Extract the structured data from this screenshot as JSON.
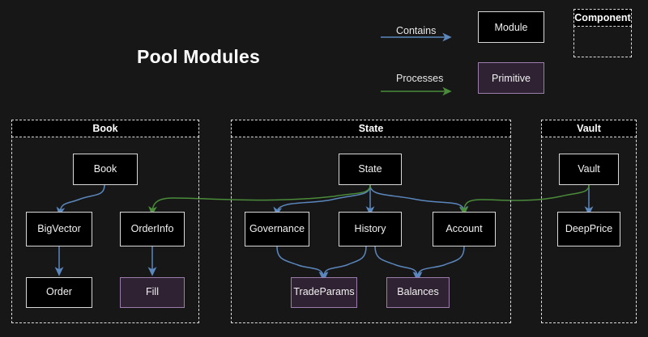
{
  "title": "Pool Modules",
  "colors": {
    "background": "#171717",
    "contains_arrow": "#5b87bd",
    "processes_arrow": "#4a8c3a",
    "module_fill": "#000000",
    "module_border": "#d8d8d8",
    "primitive_fill": "#2e2233",
    "primitive_border": "#9c7cab",
    "component_border": "#dcdcdc",
    "text": "#f2f2f2"
  },
  "legend": {
    "edges": [
      {
        "label": "Contains",
        "color": "#5b87bd"
      },
      {
        "label": "Processes",
        "color": "#4a8c3a"
      }
    ],
    "nodes": [
      {
        "label": "Module",
        "kind": "module"
      },
      {
        "label": "Primitive",
        "kind": "primitive"
      }
    ],
    "component": {
      "label": "Component"
    }
  },
  "components": [
    {
      "id": "book",
      "label": "Book",
      "nodes": [
        {
          "id": "book-node",
          "label": "Book",
          "kind": "module"
        },
        {
          "id": "bigvector",
          "label": "BigVector",
          "kind": "module"
        },
        {
          "id": "orderinfo",
          "label": "OrderInfo",
          "kind": "module"
        },
        {
          "id": "order",
          "label": "Order",
          "kind": "module"
        },
        {
          "id": "fill",
          "label": "Fill",
          "kind": "primitive"
        }
      ]
    },
    {
      "id": "state",
      "label": "State",
      "nodes": [
        {
          "id": "state-node",
          "label": "State",
          "kind": "module"
        },
        {
          "id": "governance",
          "label": "Governance",
          "kind": "module"
        },
        {
          "id": "history",
          "label": "History",
          "kind": "module"
        },
        {
          "id": "account",
          "label": "Account",
          "kind": "module"
        },
        {
          "id": "tradeparams",
          "label": "TradeParams",
          "kind": "primitive"
        },
        {
          "id": "balances",
          "label": "Balances",
          "kind": "primitive"
        }
      ]
    },
    {
      "id": "vault",
      "label": "Vault",
      "nodes": [
        {
          "id": "vault-node",
          "label": "Vault",
          "kind": "module"
        },
        {
          "id": "deepprice",
          "label": "DeepPrice",
          "kind": "module"
        }
      ]
    }
  ],
  "edges": [
    {
      "from": "book-node",
      "to": "bigvector",
      "type": "Contains"
    },
    {
      "from": "bigvector",
      "to": "order",
      "type": "Contains"
    },
    {
      "from": "orderinfo",
      "to": "fill",
      "type": "Contains"
    },
    {
      "from": "state-node",
      "to": "governance",
      "type": "Contains"
    },
    {
      "from": "state-node",
      "to": "history",
      "type": "Contains"
    },
    {
      "from": "governance",
      "to": "tradeparams",
      "type": "Contains"
    },
    {
      "from": "history",
      "to": "tradeparams",
      "type": "Contains"
    },
    {
      "from": "history",
      "to": "balances",
      "type": "Contains"
    },
    {
      "from": "account",
      "to": "balances",
      "type": "Contains"
    },
    {
      "from": "vault-node",
      "to": "deepprice",
      "type": "Contains"
    },
    {
      "from": "state-node",
      "to": "orderinfo",
      "type": "Processes"
    },
    {
      "from": "vault-node",
      "to": "account",
      "type": "Processes"
    }
  ]
}
